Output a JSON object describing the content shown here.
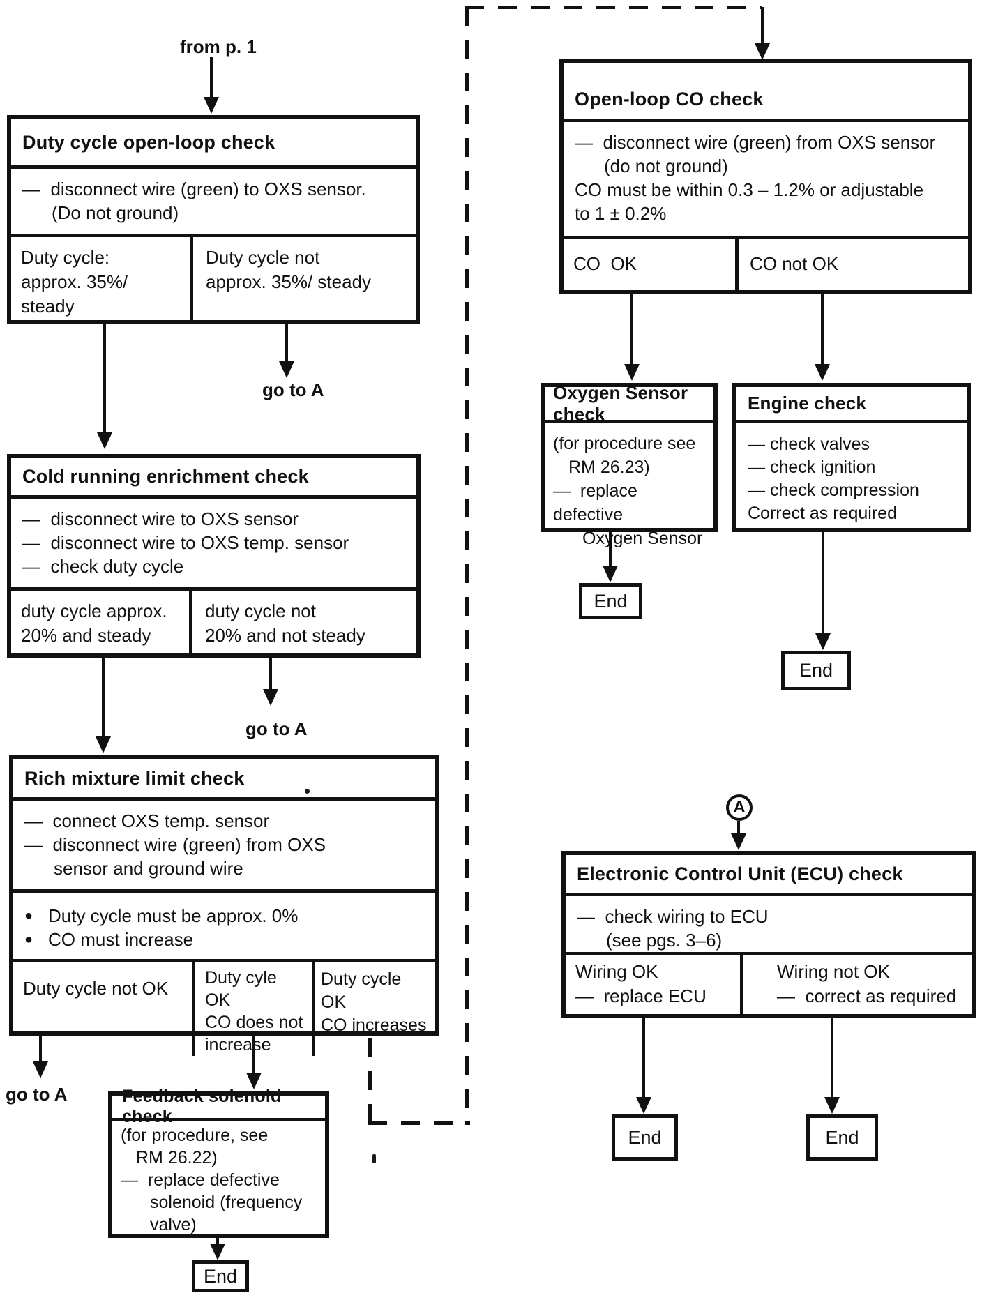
{
  "page": {
    "colors": {
      "ink": "#111111",
      "paper": "#ffffff"
    },
    "from_label": "from p. 1",
    "go_to_a_label": "go to A",
    "end_label": "End",
    "connector_a": "A",
    "bullet": "●"
  },
  "duty_cycle_box": {
    "title": "Duty cycle open-loop check",
    "instructions": [
      "—  disconnect wire (green) to OXS sensor.",
      "(Do not ground)"
    ],
    "outcome_left": [
      "Duty cycle:",
      "approx. 35%/",
      "steady"
    ],
    "outcome_right": [
      "Duty cycle not",
      "approx. 35%/ steady"
    ]
  },
  "cold_running_box": {
    "title": "Cold running enrichment check",
    "instructions": [
      "—  disconnect wire to OXS sensor",
      "—  disconnect wire to OXS temp. sensor",
      "—  check duty cycle"
    ],
    "outcome_left": [
      "duty cycle approx.",
      "20% and steady"
    ],
    "outcome_right": [
      "duty cycle not",
      "20% and not steady"
    ]
  },
  "rich_mixture_box": {
    "title": "Rich mixture limit check",
    "instructions": [
      "—  connect OXS temp. sensor",
      "—  disconnect wire (green) from OXS",
      "sensor and ground wire"
    ],
    "conditions": [
      "Duty cycle must be approx. 0%",
      "CO must increase"
    ],
    "outcome_1": [
      "Duty cycle not OK"
    ],
    "outcome_2": [
      "Duty cyle OK",
      "CO does not",
      "increase"
    ],
    "outcome_3": [
      "Duty cycle OK",
      "CO increases"
    ]
  },
  "feedback_box": {
    "title": "Feedback solenoid check",
    "lines": [
      "(for procedure, see",
      "RM 26.22)",
      "—  replace defective",
      "solenoid (frequency",
      "valve)"
    ]
  },
  "open_loop_box": {
    "title": "Open-loop CO check",
    "instructions": [
      "—  disconnect wire (green) from OXS sensor",
      "(do not ground)",
      "CO must be within 0.3 – 1.2% or adjustable",
      "to 1 ± 0.2%"
    ],
    "outcome_left": "CO  OK",
    "outcome_right": "CO not OK"
  },
  "oxygen_box": {
    "title": "Oxygen Sensor check",
    "lines": [
      "(for procedure see",
      "RM 26.23)",
      "—  replace defective",
      "Oxygen Sensor"
    ]
  },
  "engine_box": {
    "title": "Engine check",
    "lines": [
      "— check valves",
      "— check ignition",
      "— check compression",
      "Correct as required"
    ]
  },
  "ecu_box": {
    "title": "Electronic Control Unit (ECU) check",
    "instructions": [
      "—  check wiring to ECU",
      "(see pgs. 3–6)"
    ],
    "outcome_left": [
      "Wiring OK",
      "—  replace ECU"
    ],
    "outcome_right": [
      "Wiring not OK",
      "—  correct as required"
    ]
  }
}
